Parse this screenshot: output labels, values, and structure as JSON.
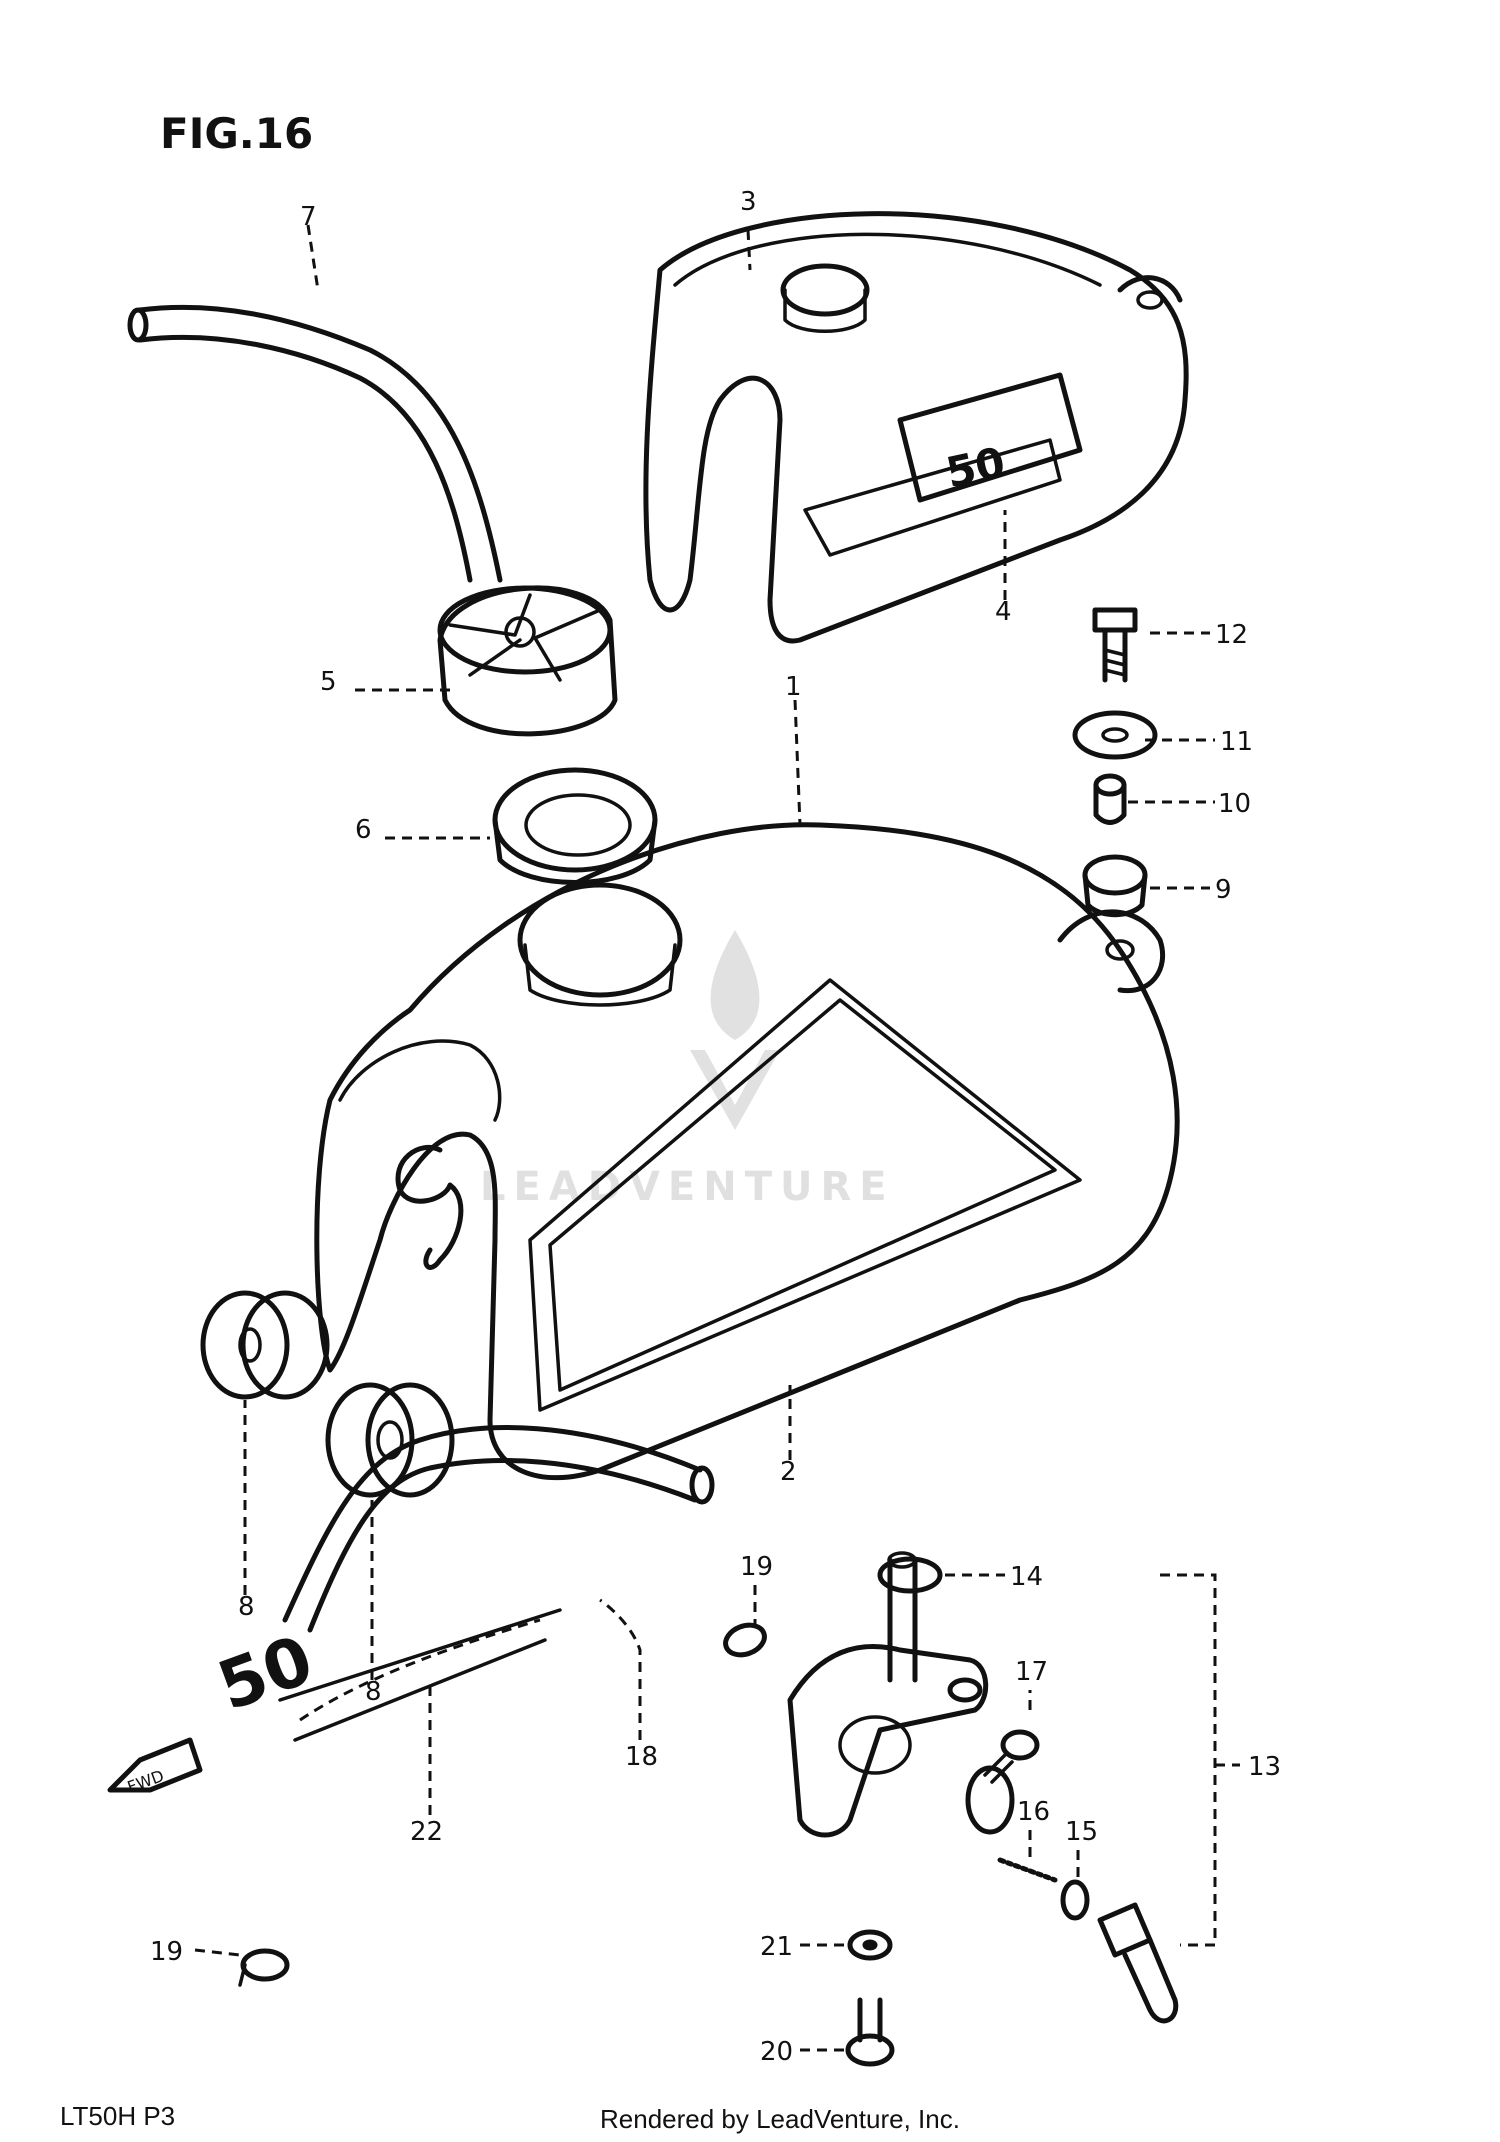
{
  "figure": {
    "title": "FIG.16"
  },
  "callouts": [
    {
      "num": "1"
    },
    {
      "num": "2"
    },
    {
      "num": "3"
    },
    {
      "num": "4"
    },
    {
      "num": "5"
    },
    {
      "num": "6"
    },
    {
      "num": "7"
    },
    {
      "num": "8"
    },
    {
      "num": "8"
    },
    {
      "num": "9"
    },
    {
      "num": "10"
    },
    {
      "num": "11"
    },
    {
      "num": "12"
    },
    {
      "num": "13"
    },
    {
      "num": "14"
    },
    {
      "num": "15"
    },
    {
      "num": "16"
    },
    {
      "num": "17"
    },
    {
      "num": "18"
    },
    {
      "num": "19"
    },
    {
      "num": "19"
    },
    {
      "num": "20"
    },
    {
      "num": "21"
    },
    {
      "num": "22"
    }
  ],
  "decals": {
    "tank_decal_text": "50",
    "cover_decal_text": "50"
  },
  "fwd_arrow": {
    "label": "FWD"
  },
  "footer": {
    "model_code": "LT50H P3",
    "credit": "Rendered by LeadVenture, Inc."
  },
  "watermark": {
    "text": "LEADVENTURE"
  }
}
